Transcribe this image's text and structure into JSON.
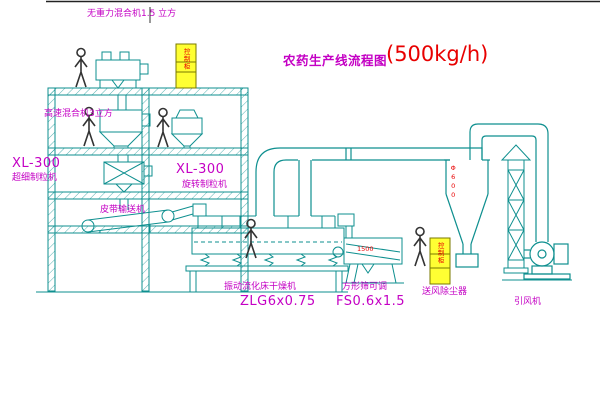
{
  "colors": {
    "drawing_teal": "#0e8f8f",
    "label_magenta": "#c400c4",
    "accent_red": "#e80000",
    "cabinet_yellow": "#ffff33",
    "figure_gray": "#333333",
    "background": "#ffffff"
  },
  "title": {
    "name": "农药生产线流程图",
    "capacity": "(500kg/h)"
  },
  "equipment_labels": {
    "gravity_mixer": "无重力混合机1.5 立方",
    "high_speed_mixer": "高速混合机3立方",
    "granulator_left_model": "XL-300",
    "granulator_left_name": "超细制粒机",
    "granulator_mid_model": "XL-300",
    "granulator_mid_name": "旋转制粒机",
    "belt_conveyor": "皮带输送机",
    "fluid_bed_dryer": "振动流化床干燥机",
    "fluid_bed_dryer_model": "ZLG6x0.75",
    "square_sieve": "方形筛可调",
    "square_sieve_model": "FS0.6x1.5",
    "dust_collector": "送风除尘器",
    "induced_fan": "引风机"
  },
  "tags": {
    "control_cabinet": "控制柜",
    "cyclone_diameter": "Φ600",
    "sieve_dimension": "1500"
  }
}
